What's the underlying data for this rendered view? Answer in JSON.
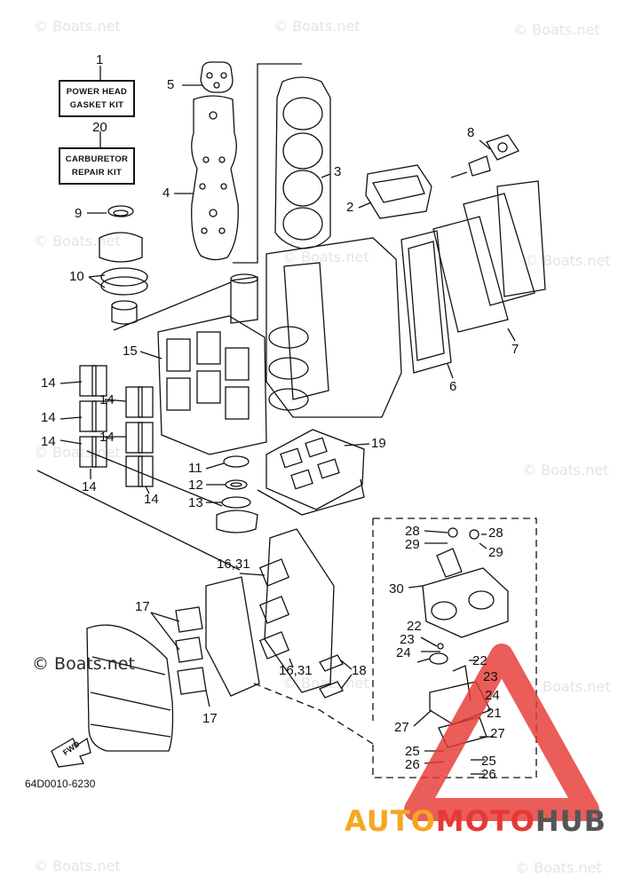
{
  "kits": [
    {
      "number": "1",
      "line1": "POWER HEAD",
      "line2": "GASKET KIT"
    },
    {
      "number": "20",
      "line1": "CARBURETOR",
      "line2": "REPAIR KIT"
    }
  ],
  "callouts": {
    "c2": "2",
    "c3": "3",
    "c4": "4",
    "c5": "5",
    "c6": "6",
    "c7": "7",
    "c8": "8",
    "c9": "9",
    "c10": "10",
    "c11": "11",
    "c12": "12",
    "c13": "13",
    "c14a": "14",
    "c14b": "14",
    "c14c": "14",
    "c14d": "14",
    "c14e": "14",
    "c14f": "14",
    "c14g": "14",
    "c15": "15",
    "c16a": "16,31",
    "c16b": "16,31",
    "c17a": "17",
    "c17b": "17",
    "c18": "18",
    "c19": "19",
    "c21": "21",
    "c22a": "22",
    "c22b": "22",
    "c23a": "23",
    "c23b": "23",
    "c24a": "24",
    "c24b": "24",
    "c25a": "25",
    "c25b": "25",
    "c26a": "26",
    "c26b": "26",
    "c27a": "27",
    "c27b": "27",
    "c28a": "28",
    "c28b": "28",
    "c29a": "29",
    "c29b": "29",
    "c30": "30"
  },
  "watermark": "© Boats.net",
  "copyright": "© Boats.net",
  "part_code": "64D0010-6230",
  "fwd_label": "FWD",
  "brand": {
    "part1": "AUTO",
    "part2": "MOTO",
    "part3": "HUB"
  },
  "colors": {
    "line": "#111111",
    "brand_orange": "#f5a623",
    "brand_red": "#e53935",
    "brand_gray": "#555555",
    "triangle": "#e53935"
  }
}
